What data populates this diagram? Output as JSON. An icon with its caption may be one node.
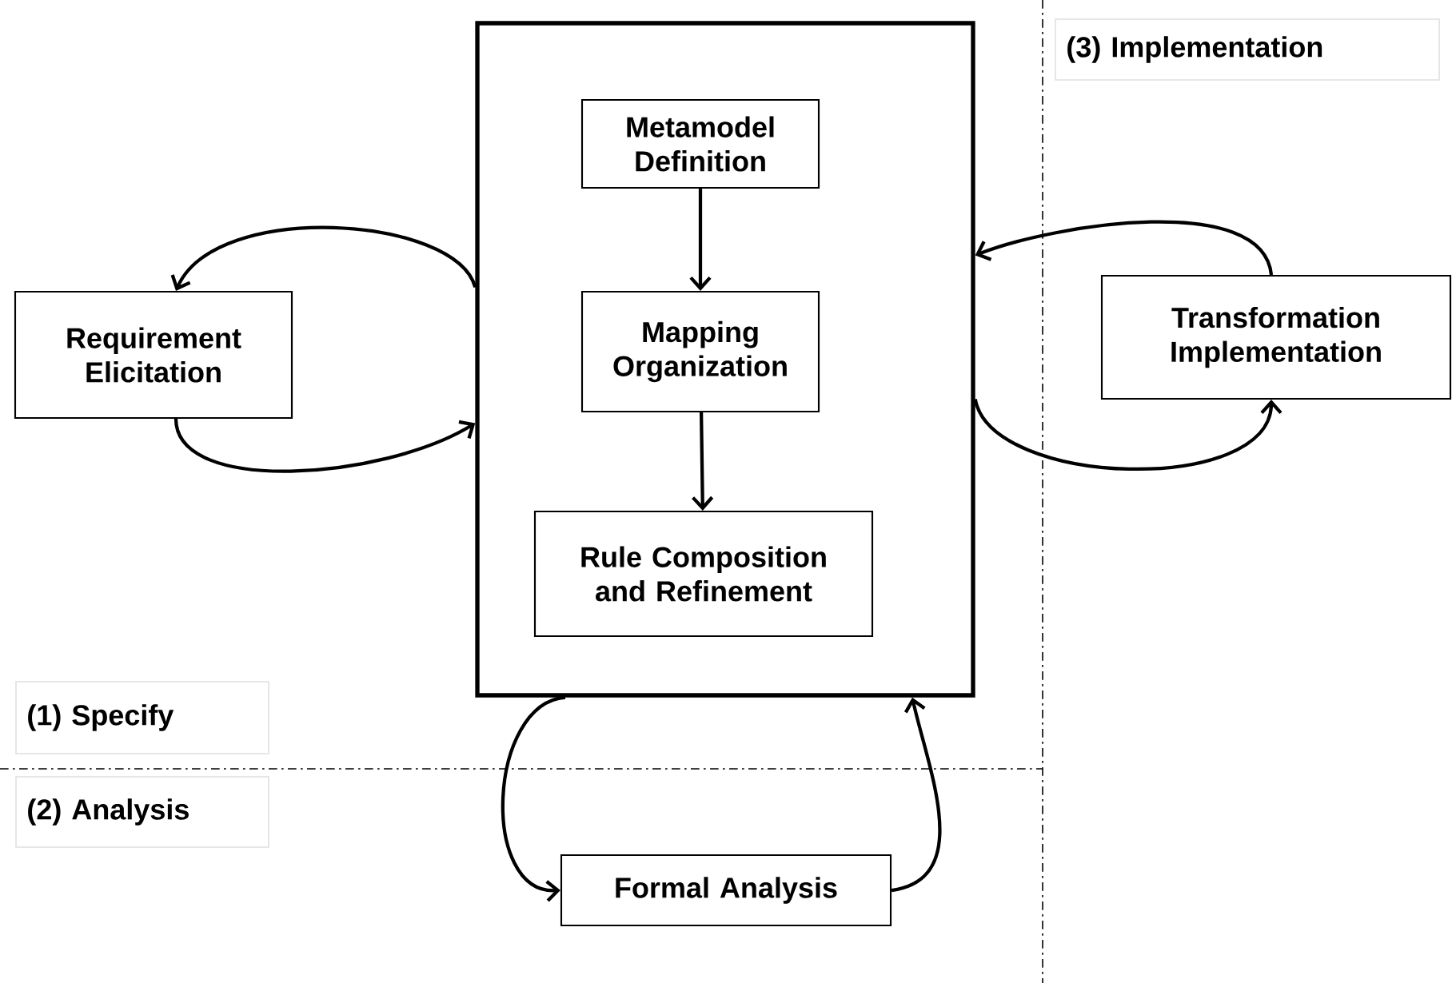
{
  "diagram": {
    "nodes": [
      {
        "text": [],
        "shape": "box"
      },
      {
        "text": [
          "Metamodel Definition"
        ],
        "in": 0
      },
      {
        "text": [
          "Mapping Organization"
        ],
        "in": 0
      },
      {
        "text": [
          "Rule Composition and Refinement"
        ],
        "in": 0
      },
      {
        "text": [
          "Requirement Elicitation"
        ]
      },
      {
        "text": [
          "Transformation Implementation"
        ]
      },
      {
        "text": [
          "Formal Analysis"
        ]
      }
    ],
    "edges": [
      {
        "from": 1,
        "to": 2,
        "arrow": "to"
      },
      {
        "from": 2,
        "to": 3,
        "arrow": "to"
      },
      {
        "from": 0,
        "to": 4,
        "arrow": "to"
      },
      {
        "from": 4,
        "to": 0,
        "arrow": "to"
      },
      {
        "from": 5,
        "to": 0,
        "arrow": "to"
      },
      {
        "from": 0,
        "to": 5,
        "arrow": "to"
      },
      {
        "from": 0,
        "to": 6,
        "arrow": "to"
      },
      {
        "from": 6,
        "to": 0,
        "arrow": "to"
      }
    ],
    "labels": [
      "(3) Implementation",
      "(1) Specify",
      "(2) Analysis"
    ]
  }
}
